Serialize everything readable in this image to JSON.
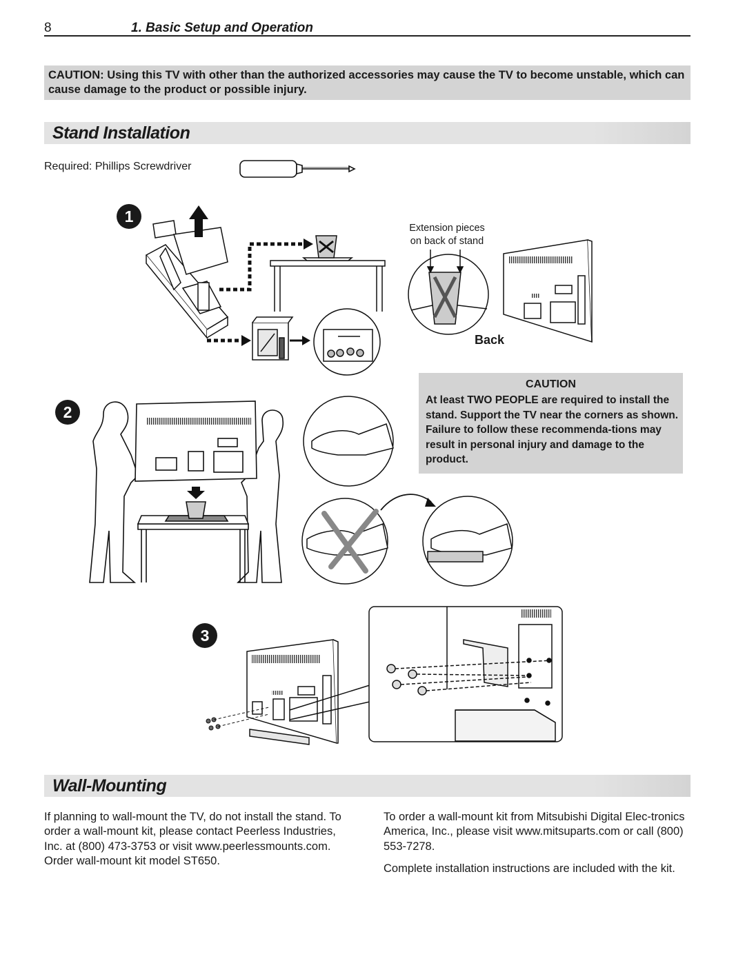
{
  "header": {
    "page_number": "8",
    "section": "1. Basic Setup and Operation"
  },
  "caution_banner": "CAUTION:  Using this TV with other than the authorized accessories may cause the TV to become unstable, which can cause damage to the product or possible injury.",
  "stand_installation": {
    "title": "Stand Installation",
    "required_text": "Required:  Phillips Screwdriver",
    "step_labels": [
      "1",
      "2",
      "3"
    ],
    "callout_line1": "Extension pieces",
    "callout_line2": "on back of stand",
    "back_label": "Back",
    "caution_box": {
      "title": "CAUTION",
      "body": "At least TWO PEOPLE are required to install the stand.  Support the TV near the corners as shown.  Failure to follow these recommenda-tions may result in personal injury and damage to the product."
    }
  },
  "wall_mounting": {
    "title": "Wall-Mounting",
    "left_paragraph": "If planning to wall-mount the TV, do not install the stand.  To order a wall-mount kit, please contact Peerless Industries, Inc. at (800) 473-3753 or visit www.peerlessmounts.com.  Order wall-mount kit model ST650.",
    "right_paragraph_1": "To order a wall-mount kit from Mitsubishi Digital Elec-tronics America, Inc., please visit www.mitsuparts.com or call (800) 553-7278.",
    "right_paragraph_2": "Complete installation instructions are included with the kit."
  }
}
